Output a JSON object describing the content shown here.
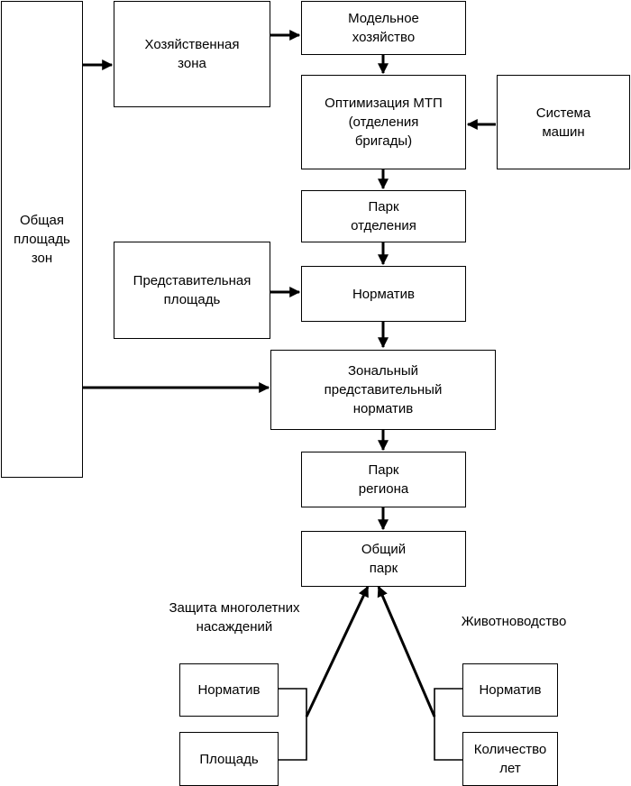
{
  "boxes": {
    "total_area": "Общая\nплощадь\nзон",
    "economic_zone": "Хозяйственная\nзона",
    "model_farm": "Модельное\nхозяйство",
    "mtp_optimization": "Оптимизация МТП\n(отделения\nбригады)",
    "machine_system": "Система\nмашин",
    "division_park": "Парк\nотделения",
    "representative_area": "Представительная\nплощадь",
    "norm": "Норматив",
    "zonal_norm": "Зональный\nпредставительный\nнорматив",
    "region_park": "Парк\nрегиона",
    "total_park": "Общий\nпарк",
    "plantations_norm": "Норматив",
    "plantations_area": "Площадь",
    "livestock_norm": "Норматив",
    "livestock_years": "Количество\nлет"
  },
  "labels": {
    "plantations": "Защита многолетних\nнасаждений",
    "livestock": "Животноводство"
  }
}
